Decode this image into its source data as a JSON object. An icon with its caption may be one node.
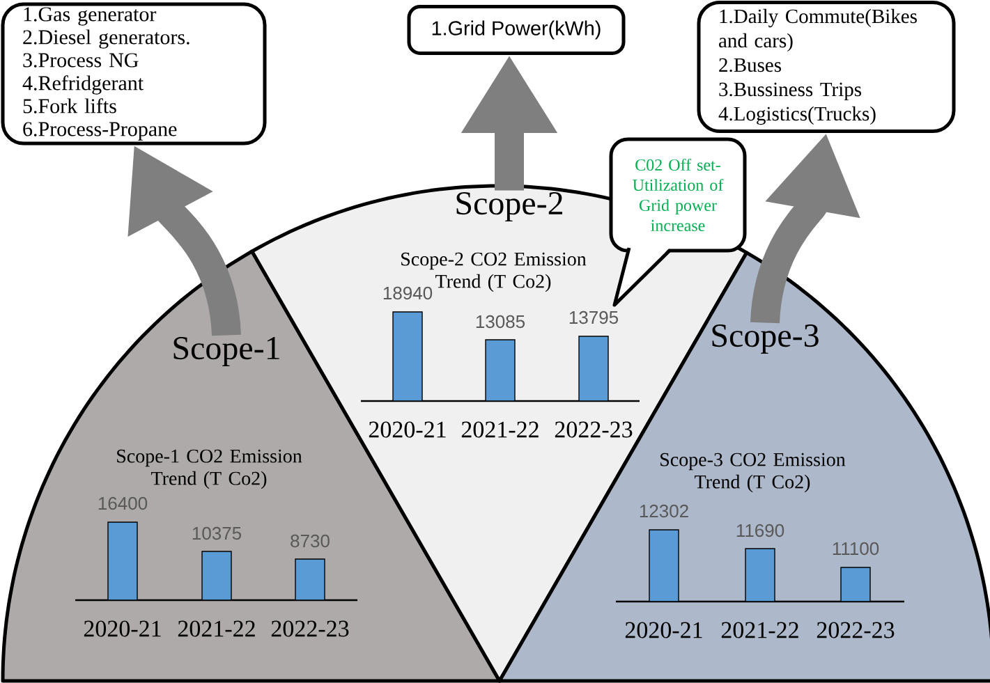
{
  "diagram": {
    "nodes": [
      {
        "text": [
          "Scope-1"
        ]
      },
      {
        "text": [
          "Scope-2"
        ]
      },
      {
        "text": [
          "Scope-3"
        ]
      },
      {
        "text": [
          "1.Gas generator",
          "2.Diesel generators.",
          "3.Process NG",
          "4.Refridgerant",
          "5.Fork lifts",
          "6.Process-Propane"
        ]
      },
      {
        "text": [
          "1.Grid Power(kWh)"
        ]
      },
      {
        "text": [
          "1.Daily Commute(Bikes and cars)",
          "2.Buses",
          "3.Bussiness Trips",
          "4.Logistics(Trucks)"
        ]
      },
      {
        "text": [
          "C02 Off set- Utilization of Grid power increase"
        ]
      }
    ],
    "edges": [
      {
        "from": 0,
        "to": 3,
        "arrow": "to"
      },
      {
        "from": 1,
        "to": 4,
        "arrow": "to"
      },
      {
        "from": 2,
        "to": 5,
        "arrow": "to"
      }
    ],
    "labels": [
      "Scope-2 CO2 Emission Trend (T Co2)",
      "18940",
      "13085",
      "13795",
      "2020-21",
      "2021-22",
      "2022-23",
      "Scope-1 CO2 Emission Trend (T Co2)",
      "16400",
      "10375",
      "8730",
      "2020-21",
      "2021-22",
      "2022-23",
      "Scope-3 CO2 Emission Trend (T Co2)",
      "12302",
      "11690",
      "11100",
      "2020-21",
      "2021-22",
      "2022-23"
    ]
  }
}
